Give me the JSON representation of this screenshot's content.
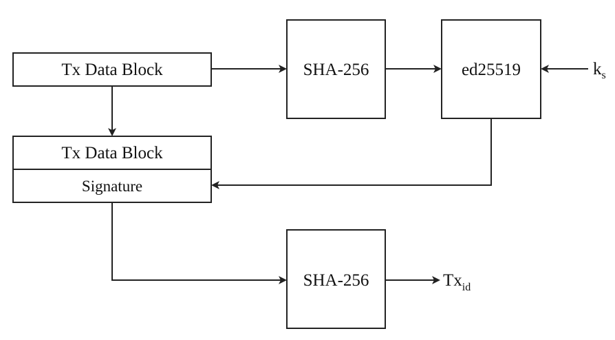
{
  "diagram": {
    "tx_block_top": "Tx Data Block",
    "tx_block_lower": "Tx Data Block",
    "signature": "Signature",
    "sha_top": "SHA-256",
    "ed25519": "ed25519",
    "sha_bottom": "SHA-256",
    "key_main": "k",
    "key_sub": "s",
    "txid_main": "Tx",
    "txid_sub": "id"
  }
}
